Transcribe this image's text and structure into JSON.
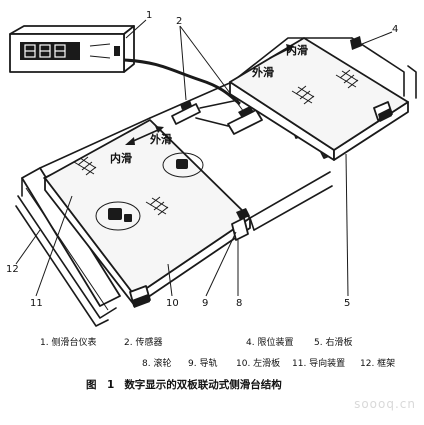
{
  "callouts": {
    "c1": "1",
    "c2": "2",
    "c4": "4",
    "c5": "5",
    "c8": "8",
    "c9": "9",
    "c10": "10",
    "c11": "11",
    "c12": "12"
  },
  "directions": {
    "right_inner": "内滑",
    "right_outer": "外滑",
    "left_inner": "内滑",
    "left_outer": "外滑"
  },
  "legend": {
    "row1": [
      "1. 侧滑台仪表",
      "2. 传感器",
      "4. 限位装置",
      "5. 右滑板"
    ],
    "row2": [
      "8. 滚轮",
      "9. 导轨",
      "10. 左滑板",
      "11. 导向装置",
      "12. 框架"
    ]
  },
  "caption": {
    "figure": "图　1",
    "title": "数字显示的双板联动式侧滑台结构"
  },
  "watermark": "soooq.cn"
}
